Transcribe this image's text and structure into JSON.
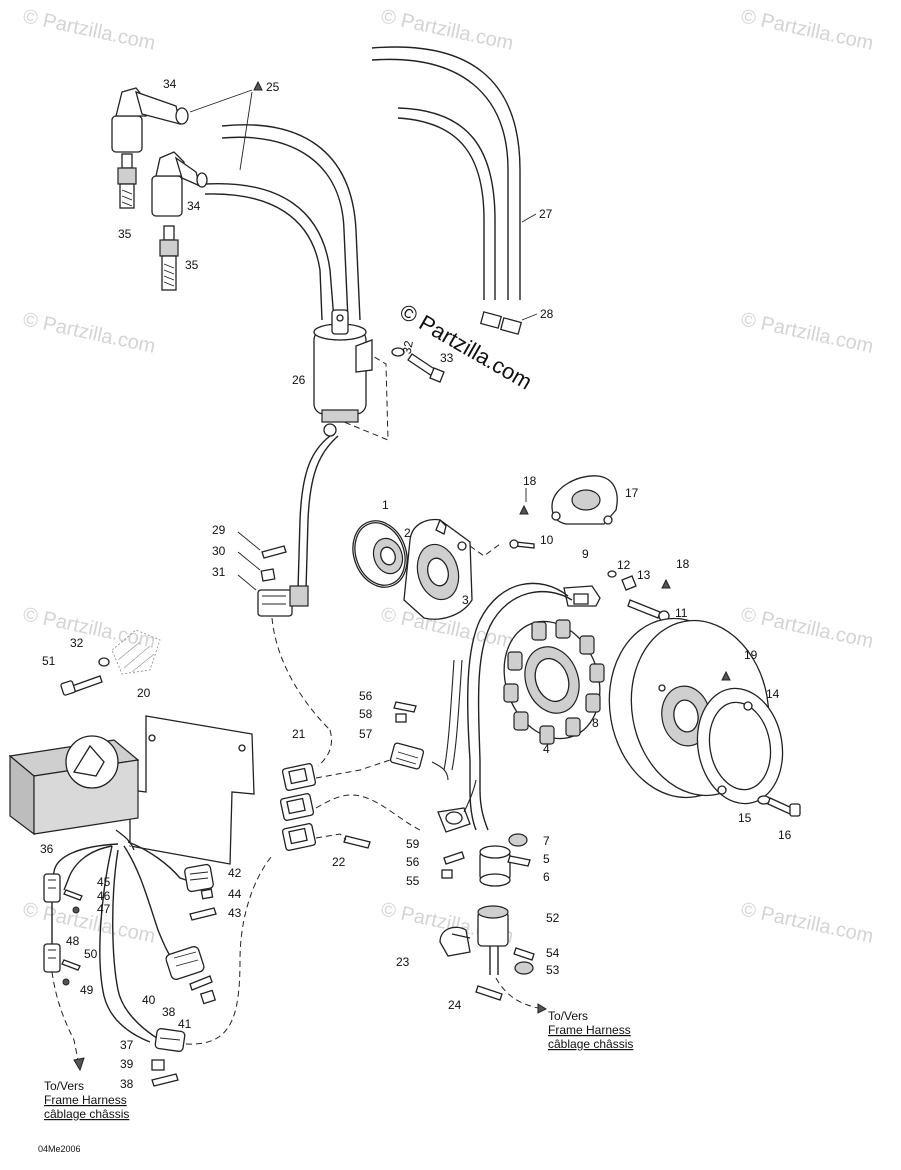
{
  "watermark": {
    "text": "© Partzilla.com"
  },
  "callouts": {
    "c1": "1",
    "c2": "2",
    "c3": "3",
    "c4": "4",
    "c5": "5",
    "c6": "6",
    "c7": "7",
    "c8": "8",
    "c9": "9",
    "c10": "10",
    "c11": "11",
    "c12": "12",
    "c13": "13",
    "c14": "14",
    "c15": "15",
    "c16": "16",
    "c17": "17",
    "c18a": "18",
    "c18b": "18",
    "c19": "19",
    "c20": "20",
    "c21": "21",
    "c22": "22",
    "c23": "23",
    "c24": "24",
    "c25": "25",
    "c26": "26",
    "c27": "27",
    "c28": "28",
    "c29": "29",
    "c30": "30",
    "c31": "31",
    "c32a": "32",
    "c32b": "32",
    "c33": "33",
    "c34a": "34",
    "c34b": "34",
    "c35a": "35",
    "c35b": "35",
    "c36": "36",
    "c37": "37",
    "c38a": "38",
    "c38b": "38",
    "c39": "39",
    "c40": "40",
    "c41": "41",
    "c42": "42",
    "c43": "43",
    "c44": "44",
    "c45": "45",
    "c46": "46",
    "c47": "47",
    "c48": "48",
    "c49": "49",
    "c50": "50",
    "c51": "51",
    "c52": "52",
    "c53": "53",
    "c54": "54",
    "c55": "55",
    "c56a": "56",
    "c56b": "56",
    "c57": "57",
    "c58": "58",
    "c59": "59"
  },
  "notes": {
    "right_line1": "To/Vers",
    "right_line2": "Frame Harness",
    "right_line3": "câblage châssis",
    "left_line1": "To/Vers",
    "left_line2": "Frame Harness",
    "left_line3": "câblage châssis",
    "drawing_code": "04Me2006"
  }
}
